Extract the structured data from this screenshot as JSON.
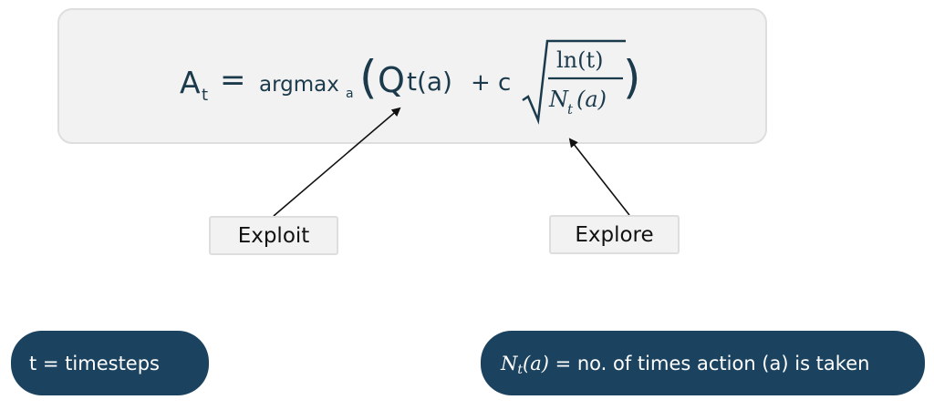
{
  "formula": {
    "lhs": "A",
    "lhs_sub": "t",
    "equals": "=",
    "argmax": "argmax",
    "argmax_sub": "a",
    "open_paren": "(",
    "q": "Q",
    "q_rest": "t(a)",
    "plus_c": "+ c",
    "numerator": "ln(t)",
    "denominator_n": "N",
    "denominator_sub": "t",
    "denominator_arg": "(a)",
    "close_paren": ")"
  },
  "labels": {
    "exploit": "Exploit",
    "explore": "Explore"
  },
  "legend": {
    "timesteps": "t = timesteps",
    "count_n": "N",
    "count_sub": "t",
    "count_arg": "(a)",
    "count_text": " = no. of times action (a) is taken"
  },
  "colors": {
    "formula_text": "#1b3a4b",
    "pill_background": "#1b4360",
    "box_background": "#f2f2f2"
  }
}
